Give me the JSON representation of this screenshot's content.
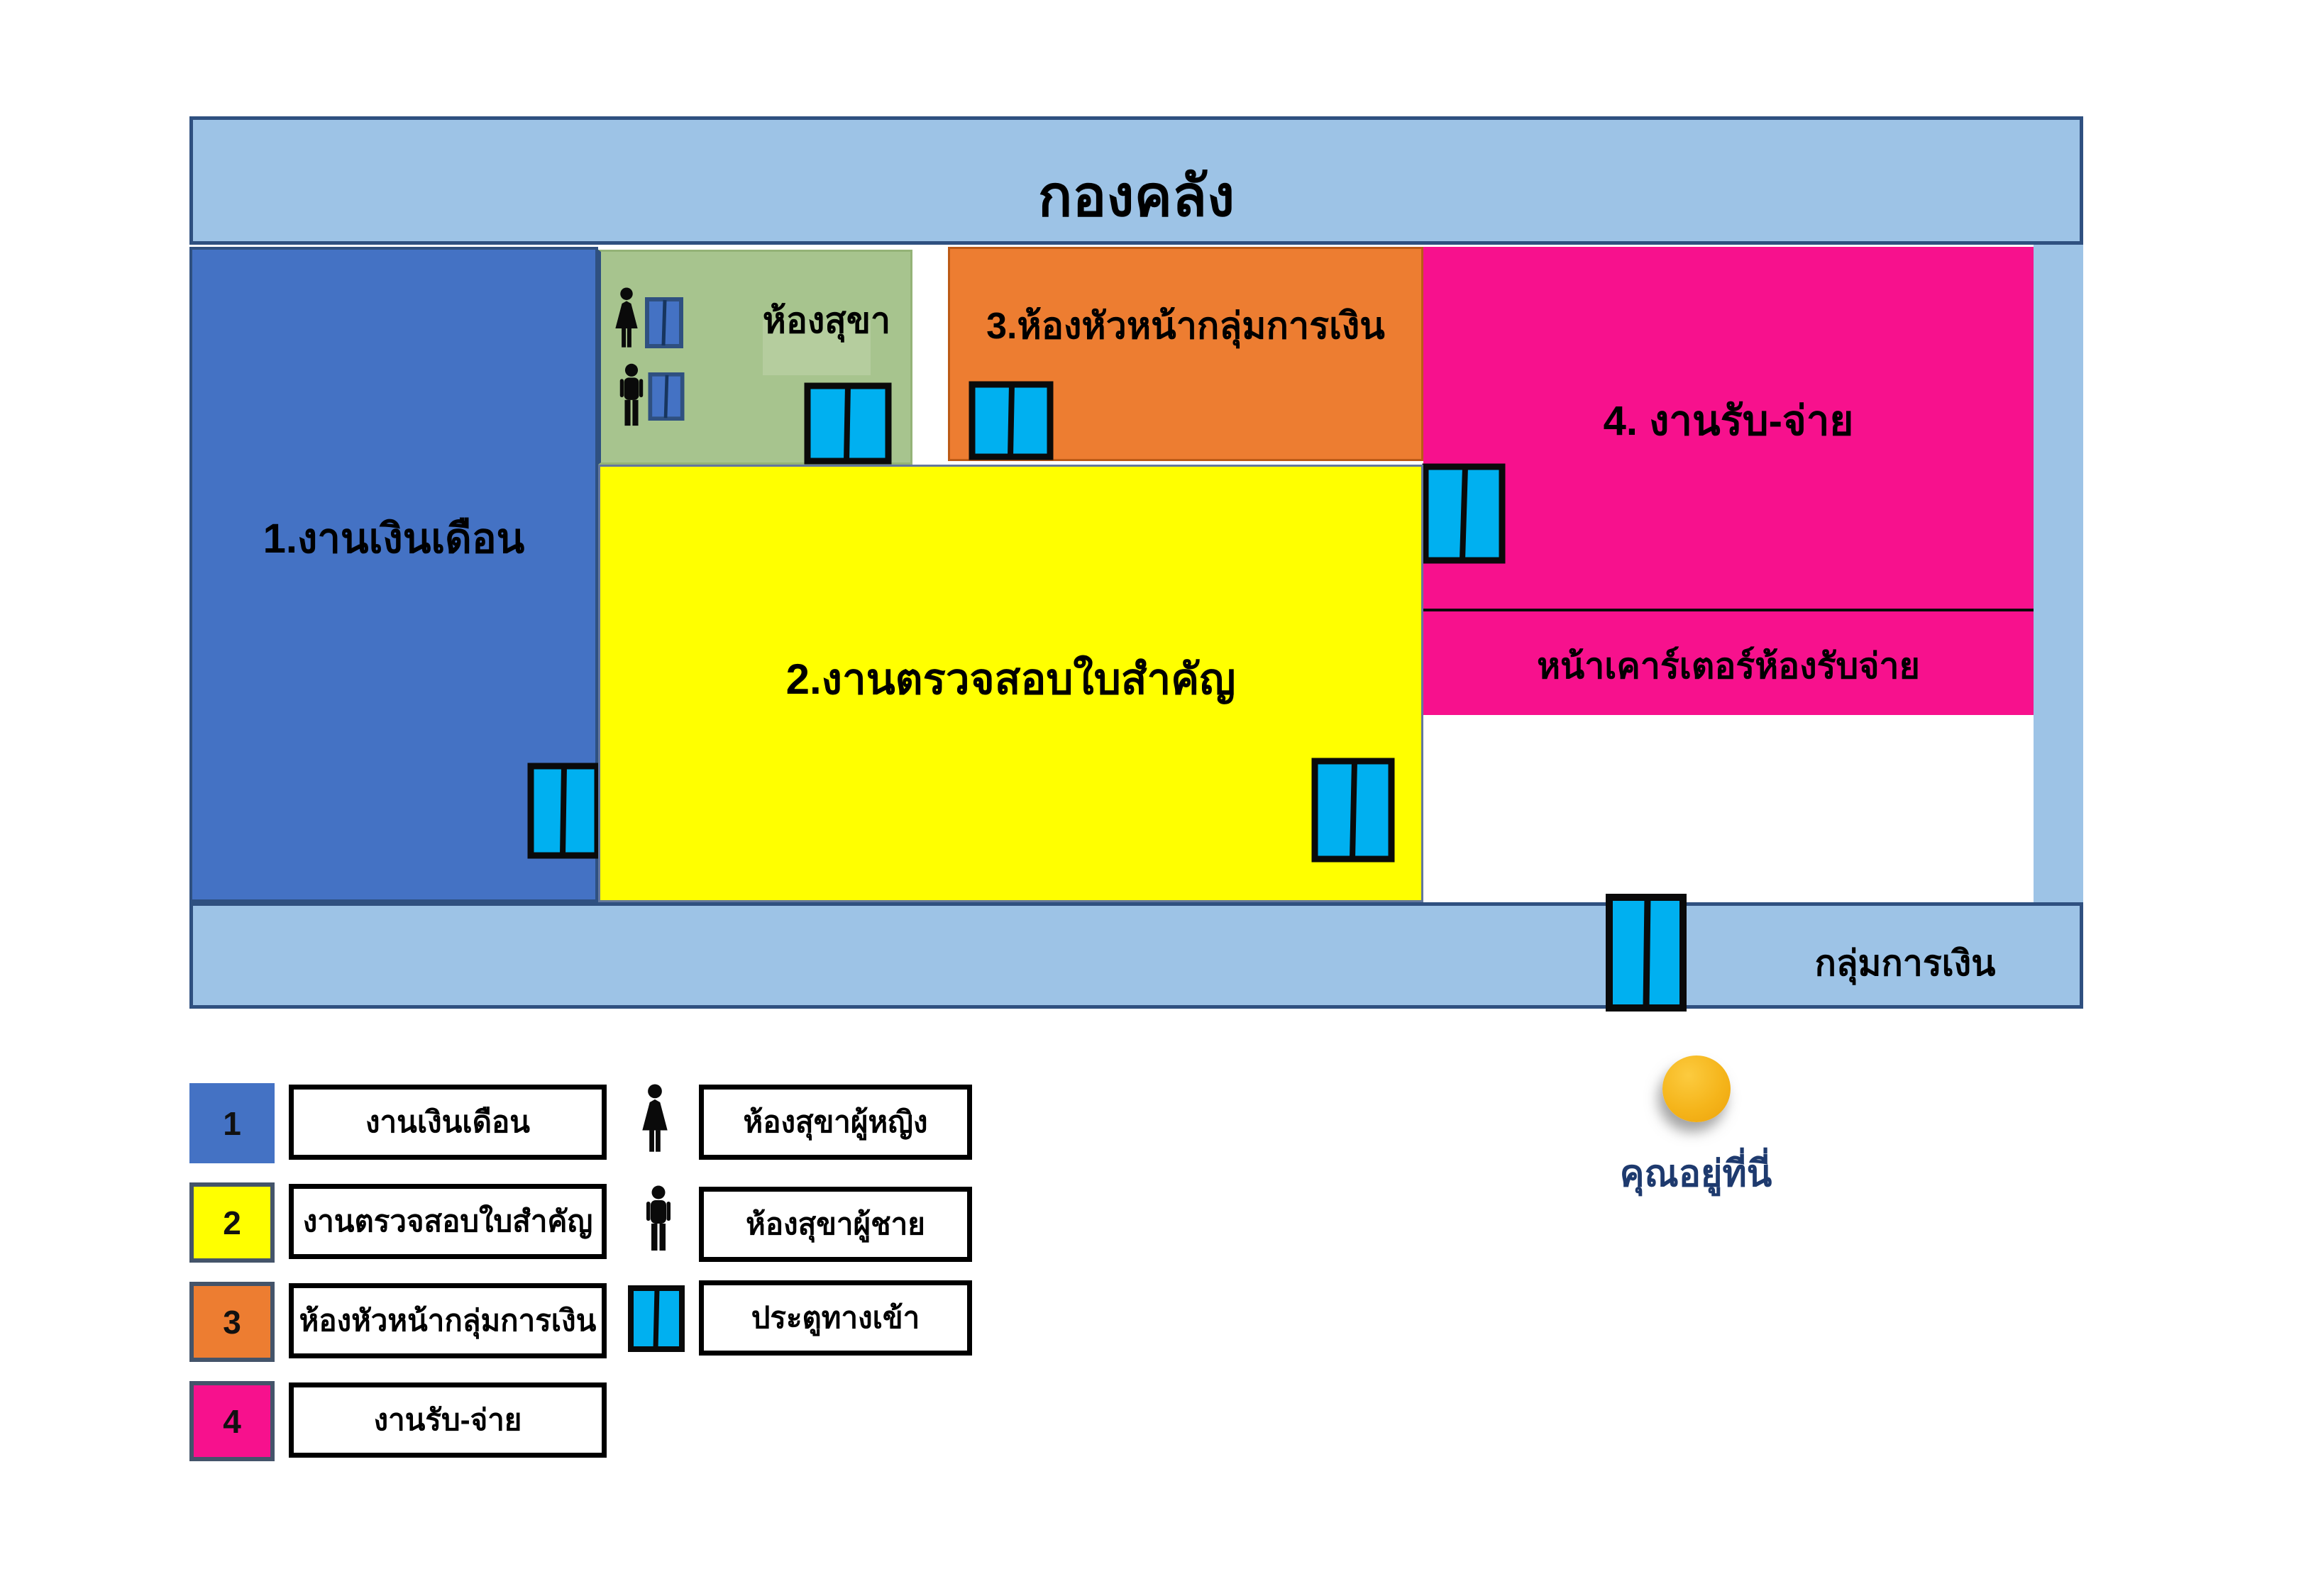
{
  "header": {
    "title": "กองคลัง"
  },
  "rooms": {
    "payroll": {
      "number": "1",
      "label": "1.งานเงินเดือน",
      "color": "#4472C4"
    },
    "audit": {
      "number": "2",
      "label": "2.งานตรวจสอบใบสำคัญ",
      "color": "#FFFF00"
    },
    "chief": {
      "number": "3",
      "label": "3.ห้องหัวหน้ากลุ่มการเงิน",
      "color": "#ED7D31"
    },
    "payment": {
      "number": "4",
      "label": "4. งานรับ-จ่าย",
      "color": "#F7118D"
    },
    "toilet": {
      "label": "ห้องสุขา",
      "color": "#A7C48E"
    },
    "counter": {
      "label": "หน้าเคาร์เตอร์ห้องรับจ่าย",
      "color": "#F7118D"
    },
    "finance_group_bar": {
      "label": "กลุ่มการเงิน",
      "color": "#9DC3E6"
    }
  },
  "legend": {
    "rooms": [
      {
        "number": "1",
        "label": "งานเงินเดือน",
        "color": "#4472C4"
      },
      {
        "number": "2",
        "label": "งานตรวจสอบใบสำคัญ",
        "color": "#FFFF00"
      },
      {
        "number": "3",
        "label": "ห้องหัวหน้ากลุ่มการเงิน",
        "color": "#ED7D31"
      },
      {
        "number": "4",
        "label": "งานรับ-จ่าย",
        "color": "#F7118D"
      }
    ],
    "symbols": [
      {
        "icon": "female-icon",
        "label": "ห้องสุขาผู้หญิง"
      },
      {
        "icon": "male-icon",
        "label": "ห้องสุขาผู้ชาย"
      },
      {
        "icon": "door-icon",
        "label": "ประตูทางเข้า"
      }
    ]
  },
  "you_are_here": {
    "label": "คุณอยู่ที่นี่",
    "marker_color": "#F5B51B",
    "text_color": "#1E3A6E"
  },
  "colors": {
    "band_fill": "#9DC3E6",
    "band_border": "#2F5080",
    "entry_door": "#00B0F0",
    "toilet_door": "#4472C4"
  }
}
